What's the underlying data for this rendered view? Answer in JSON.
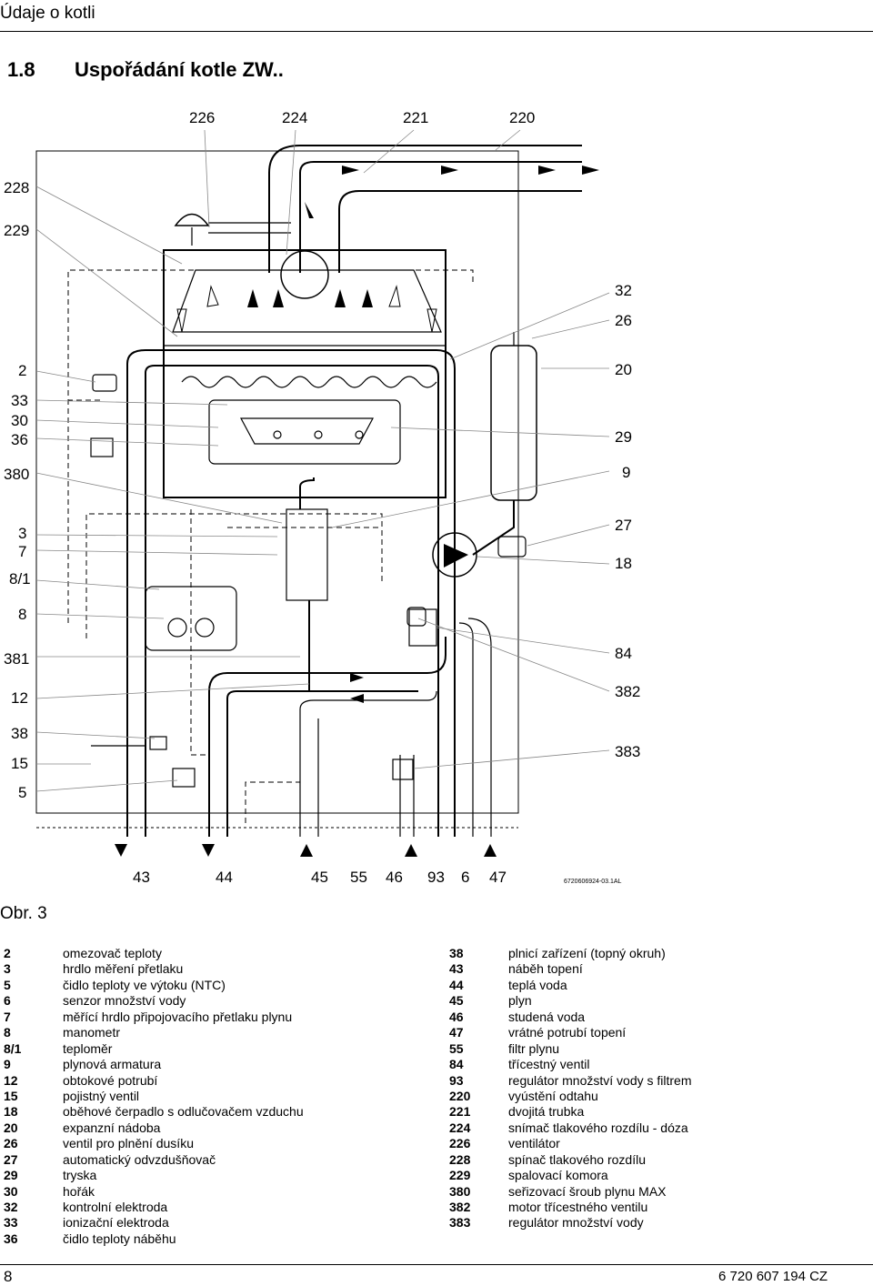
{
  "header": {
    "section_title": "Údaje o kotli"
  },
  "section": {
    "number": "1.8",
    "title": "Uspořádání kotle ZW.."
  },
  "diagram": {
    "callouts_top": [
      "226",
      "224",
      "221",
      "220"
    ],
    "callouts_left": [
      "228",
      "229",
      "2",
      "33",
      "30",
      "36",
      "380",
      "3",
      "7",
      "8/1",
      "8",
      "381",
      "12",
      "38",
      "15",
      "5"
    ],
    "callouts_right": [
      "32",
      "26",
      "20",
      "29",
      "9",
      "27",
      "18",
      "84",
      "382",
      "383"
    ],
    "callouts_bottom": [
      "43",
      "44",
      "45",
      "55",
      "46",
      "93",
      "6",
      "47"
    ],
    "reference_code": "6720606924-03.1AL"
  },
  "figure_label": "Obr. 3",
  "legend_left": [
    {
      "num": "2",
      "text": "omezovač teploty"
    },
    {
      "num": "3",
      "text": "hrdlo měření přetlaku"
    },
    {
      "num": "5",
      "text": "čidlo teploty ve výtoku (NTC)"
    },
    {
      "num": "6",
      "text": "senzor množství vody"
    },
    {
      "num": "7",
      "text": "měřící hrdlo připojovacího přetlaku plynu"
    },
    {
      "num": "8",
      "text": "manometr"
    },
    {
      "num": "8/1",
      "text": "teploměr"
    },
    {
      "num": "9",
      "text": "plynová armatura"
    },
    {
      "num": "12",
      "text": "obtokové potrubí"
    },
    {
      "num": "15",
      "text": "pojistný ventil"
    },
    {
      "num": "18",
      "text": "oběhové čerpadlo s odlučovačem vzduchu"
    },
    {
      "num": "20",
      "text": "expanzní nádoba"
    },
    {
      "num": "26",
      "text": "ventil pro plnění dusíku"
    },
    {
      "num": "27",
      "text": "automatický odvzdušňovač"
    },
    {
      "num": "29",
      "text": "tryska"
    },
    {
      "num": "30",
      "text": "hořák"
    },
    {
      "num": "32",
      "text": "kontrolní elektroda"
    },
    {
      "num": "33",
      "text": "ionizační elektroda"
    },
    {
      "num": "36",
      "text": "čidlo teploty náběhu"
    }
  ],
  "legend_right": [
    {
      "num": "38",
      "text": "plnicí zařízení (topný okruh)"
    },
    {
      "num": "43",
      "text": "náběh topení"
    },
    {
      "num": "44",
      "text": "teplá voda"
    },
    {
      "num": "45",
      "text": "plyn"
    },
    {
      "num": "46",
      "text": "studená voda"
    },
    {
      "num": "47",
      "text": "vrátné potrubí topení"
    },
    {
      "num": "55",
      "text": "filtr plynu"
    },
    {
      "num": "84",
      "text": "třícestný ventil"
    },
    {
      "num": "93",
      "text": "regulátor množství vody s filtrem"
    },
    {
      "num": "220",
      "text": "vyústění odtahu"
    },
    {
      "num": "221",
      "text": "dvojitá trubka"
    },
    {
      "num": "224",
      "text": "snímač tlakového rozdílu - dóza"
    },
    {
      "num": "226",
      "text": "ventilátor"
    },
    {
      "num": "228",
      "text": "spínač tlakového rozdílu"
    },
    {
      "num": "229",
      "text": "spalovací komora"
    },
    {
      "num": "380",
      "text": "seřizovací šroub plynu MAX"
    },
    {
      "num": "382",
      "text": "motor třícestného ventilu"
    },
    {
      "num": "383",
      "text": "regulátor množství vody"
    }
  ],
  "footer": {
    "page": "8",
    "doc_code": "6 720 607 194 CZ"
  }
}
